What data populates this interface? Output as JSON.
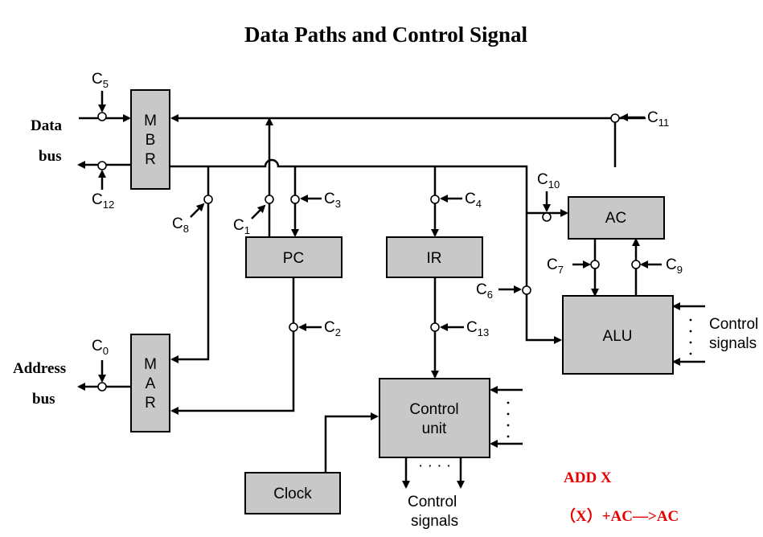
{
  "title": "Data Paths and Control Signal",
  "blocks": {
    "mbr": [
      "M",
      "B",
      "R"
    ],
    "mar": [
      "M",
      "A",
      "R"
    ],
    "pc": "PC",
    "ir": "IR",
    "ac": "AC",
    "alu": "ALU",
    "control_unit": [
      "Control",
      "unit"
    ],
    "clock": "Clock"
  },
  "bus_labels": {
    "data": [
      "Data",
      "bus"
    ],
    "address": [
      "Address",
      "bus"
    ]
  },
  "control_signal_labels": {
    "alu_side": [
      "Control",
      "signals"
    ],
    "unit_bottom": [
      "Control",
      "signals"
    ]
  },
  "ellipsis": "· · · ·",
  "signals": {
    "c0": {
      "base": "C",
      "sub": "0"
    },
    "c1": {
      "base": "C",
      "sub": "1"
    },
    "c2": {
      "base": "C",
      "sub": "2"
    },
    "c3": {
      "base": "C",
      "sub": "3"
    },
    "c4": {
      "base": "C",
      "sub": "4"
    },
    "c5": {
      "base": "C",
      "sub": "5"
    },
    "c6": {
      "base": "C",
      "sub": "6"
    },
    "c7": {
      "base": "C",
      "sub": "7"
    },
    "c8": {
      "base": "C",
      "sub": "8"
    },
    "c9": {
      "base": "C",
      "sub": "9"
    },
    "c10": {
      "base": "C",
      "sub": "10"
    },
    "c11": {
      "base": "C",
      "sub": "11"
    },
    "c12": {
      "base": "C",
      "sub": "12"
    },
    "c13": {
      "base": "C",
      "sub": "13"
    }
  },
  "annotation": {
    "instruction": "ADD X",
    "operation": "（X）+AC—>AC",
    "color": "#e60000"
  }
}
